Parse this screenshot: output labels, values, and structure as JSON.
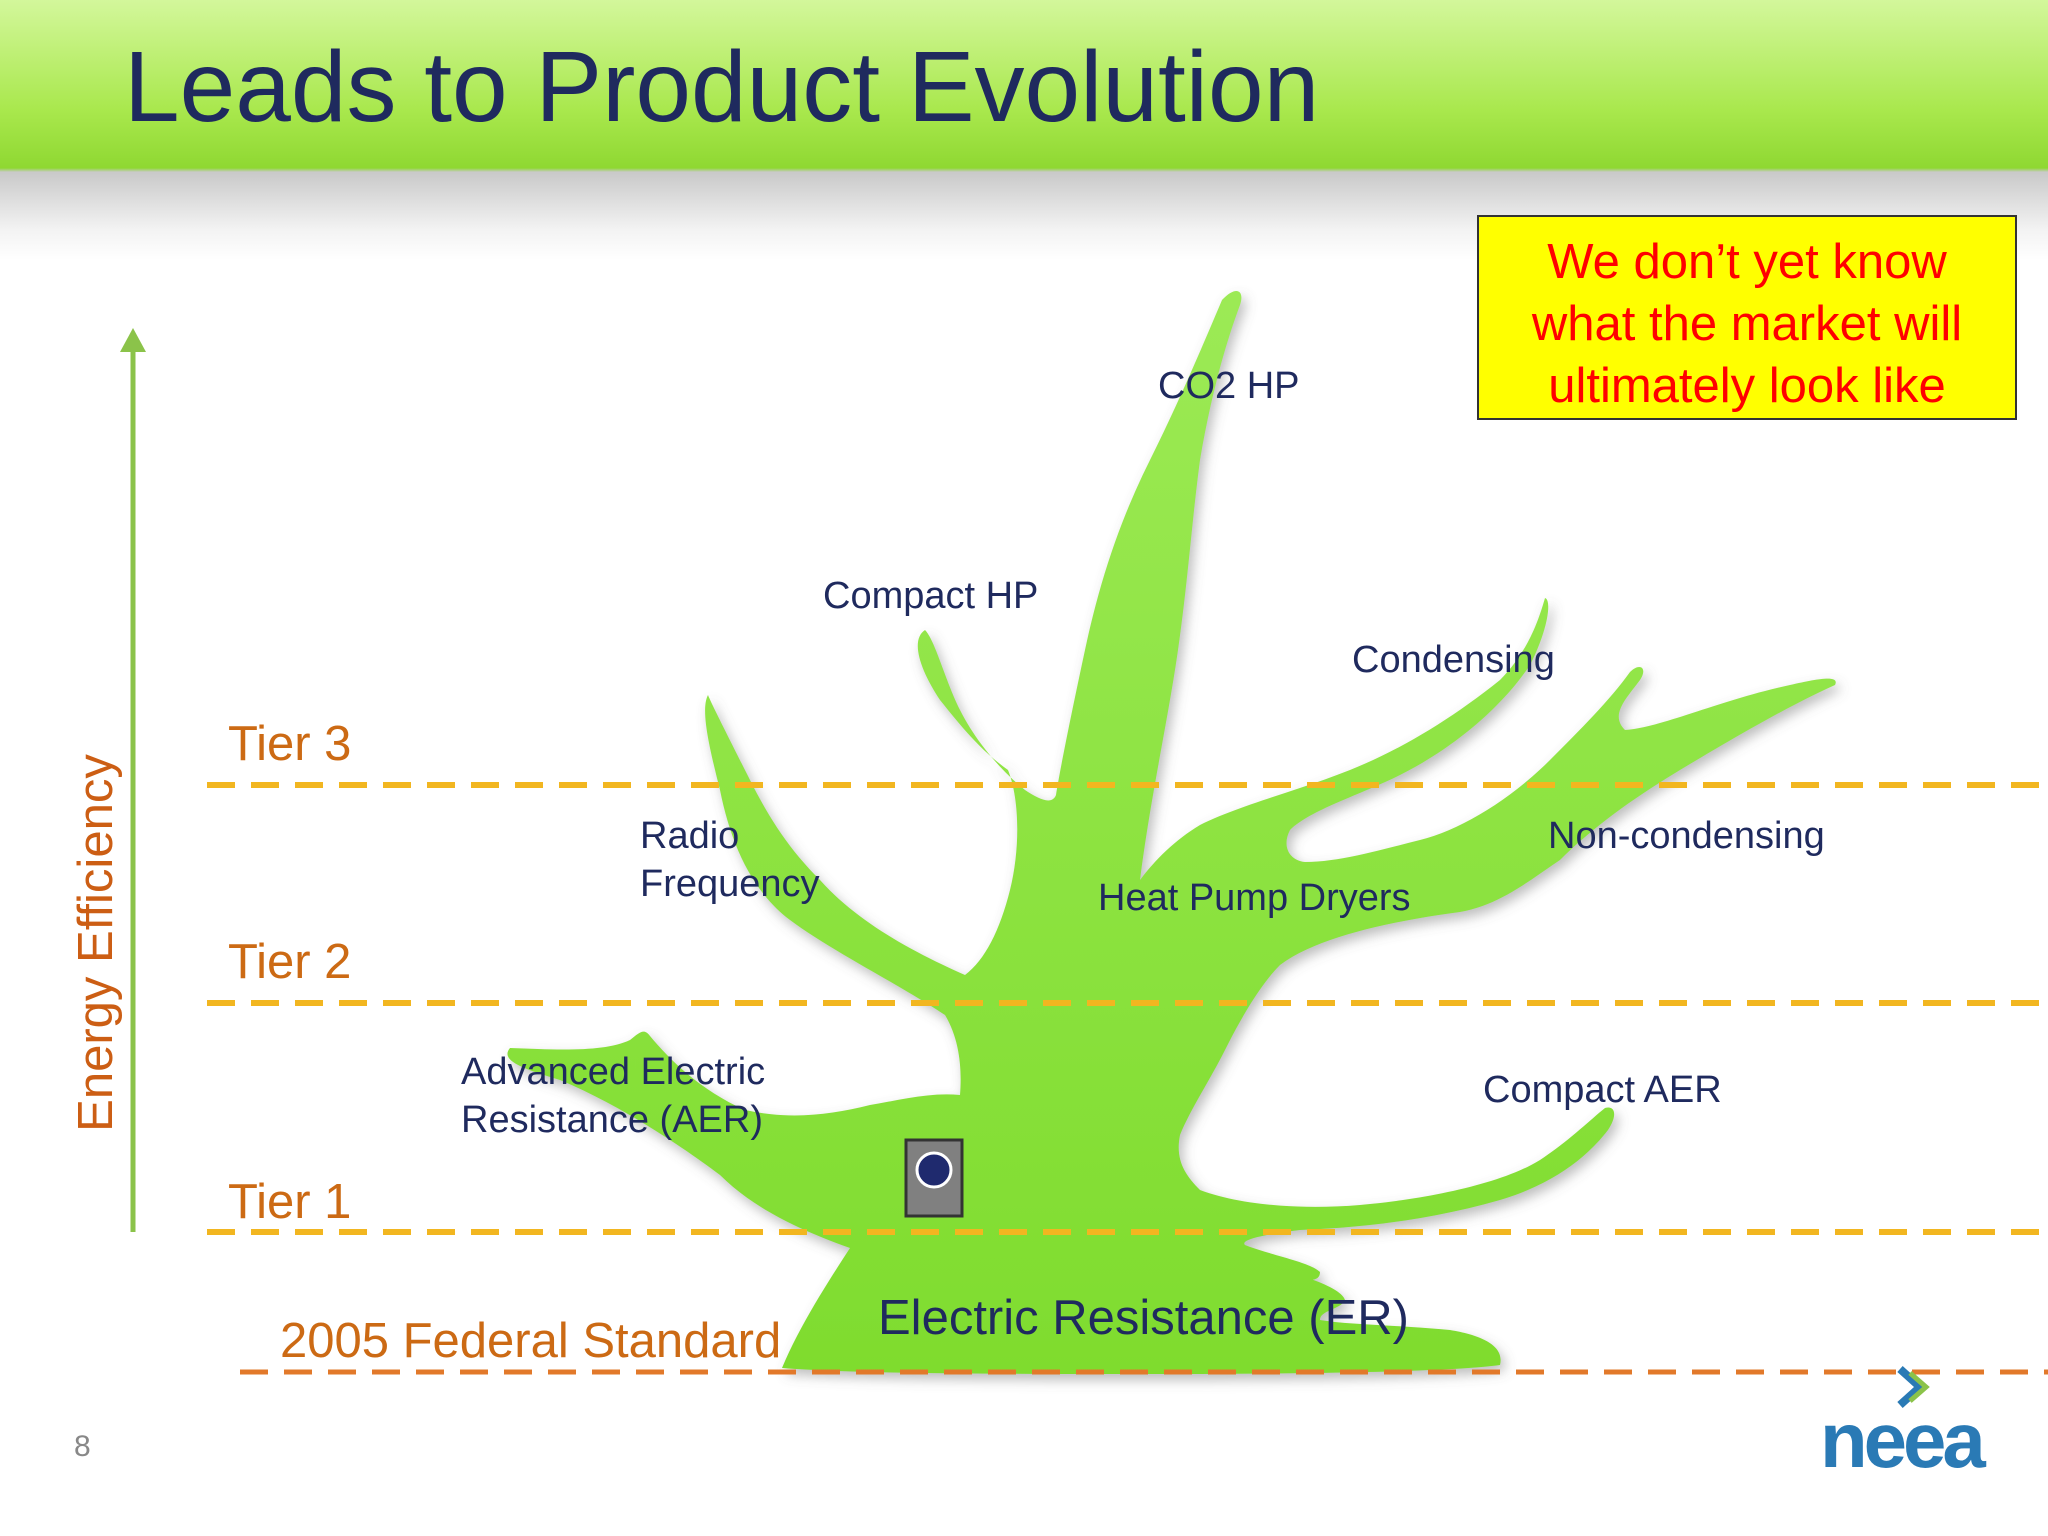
{
  "title": "Leads to Product Evolution",
  "callout": {
    "lines": [
      "We don’t yet know",
      "what the market will",
      "ultimately look like"
    ],
    "background_color": "#ffff00",
    "text_color": "#ff0000"
  },
  "axis_label": "Energy Efficiency",
  "tiers": {
    "tier3": "Tier 3",
    "tier2": "Tier 2",
    "tier1": "Tier 1",
    "federal": "2005 Federal Standard"
  },
  "branches": {
    "co2_hp": "CO2 HP",
    "compact_hp": "Compact HP",
    "condensing": "Condensing",
    "radio_frequency": [
      "Radio",
      "Frequency"
    ],
    "non_condensing": "Non-condensing",
    "heat_pump_dryers": "Heat Pump Dryers",
    "advanced_electric": [
      "Advanced Electric",
      "Resistance (AER)"
    ],
    "compact_aer": "Compact AER",
    "electric_resistance": "Electric Resistance (ER)"
  },
  "page_number": "8",
  "logo_text": "neea",
  "colors": {
    "tree": "#8ee442",
    "tier_line": "#f2b620",
    "federal_line": "#e2792a",
    "axis_arrow": "#8bc34a",
    "title": "#1f2a5e",
    "labels": "#1f2a5e",
    "tier_text": "#cc6a14"
  }
}
